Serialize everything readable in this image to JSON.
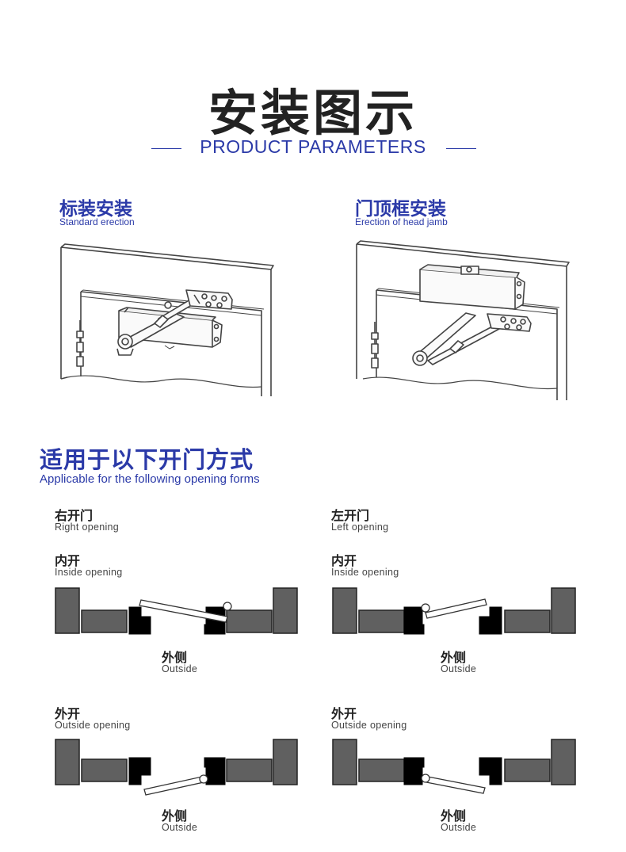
{
  "header": {
    "title": "安装图示",
    "subtitle": "PRODUCT PARAMETERS"
  },
  "install": {
    "standard": {
      "cn": "标装安装",
      "en": "Standard erection"
    },
    "head_jamb": {
      "cn": "门顶框安装",
      "en": "Erection of head jamb"
    }
  },
  "forms": {
    "title_cn": "适用于以下开门方式",
    "title_en": "Applicable for the following opening forms",
    "right": {
      "cn": "右开门",
      "en": "Right opening"
    },
    "left": {
      "cn": "左开门",
      "en": "Left opening"
    },
    "inside": {
      "cn": "内开",
      "en": "Inside opening"
    },
    "outside_open": {
      "cn": "外开",
      "en": "Outside opening"
    },
    "outside_side": {
      "cn": "外侧",
      "en": "Outside"
    }
  },
  "colors": {
    "accent": "#2b3aa8",
    "wall": "#606060",
    "door": "#000000"
  }
}
